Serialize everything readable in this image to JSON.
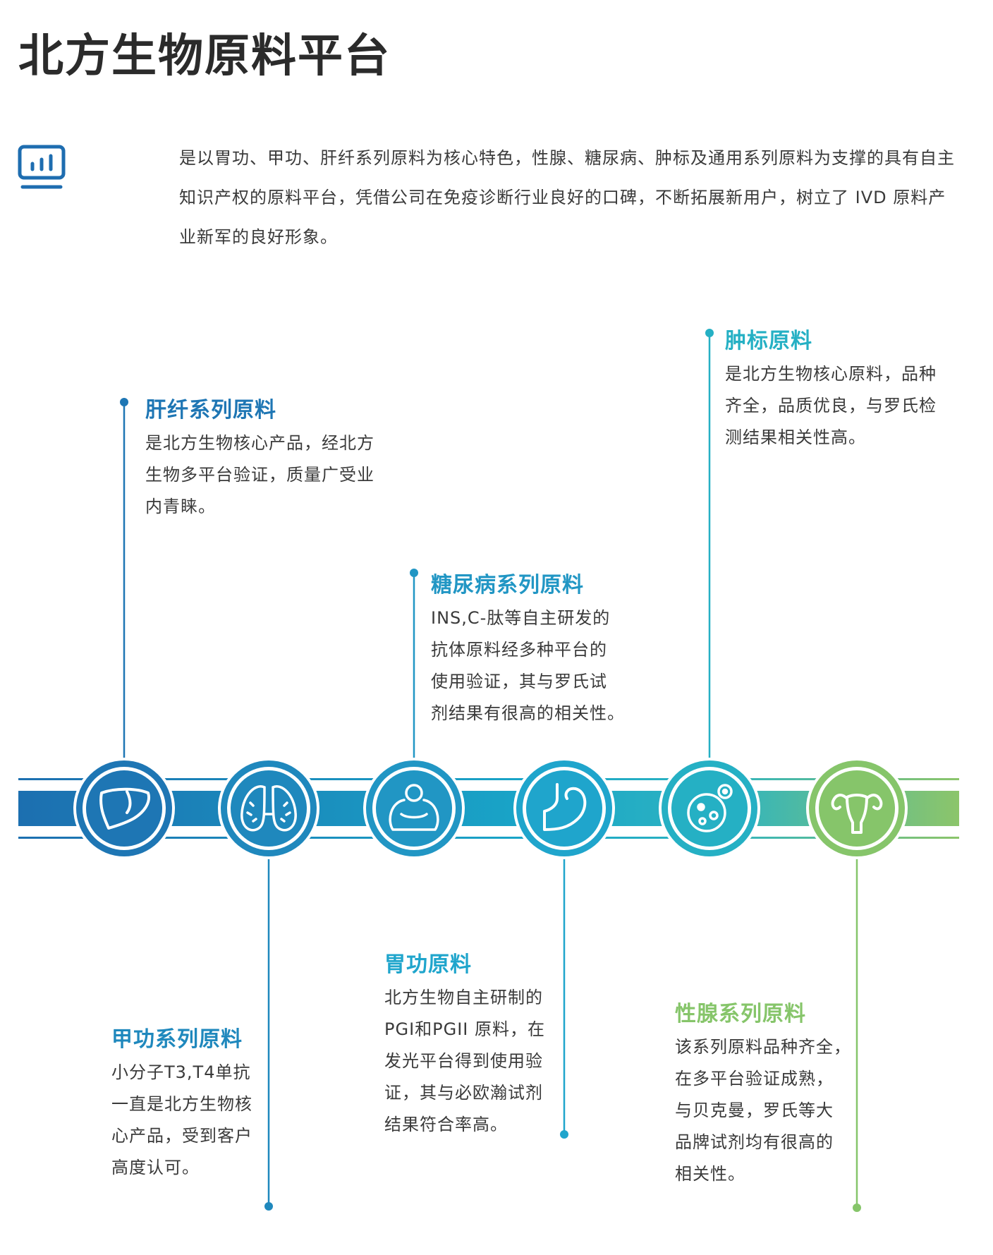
{
  "page": {
    "title": "北方生物原料平台",
    "intro": "是以胃功、甲功、肝纤系列原料为核心特色，性腺、糖尿病、肿标及通用系列原料为支撑的具有自主知识产权的原料平台，凭借公司在免疫诊断行业良好的口碑，不断拓展新用户，树立了 IVD 原料产业新军的良好形象。",
    "intro_icon": "bar-chart-monitor-icon"
  },
  "colors": {
    "text": "#3a3a3a",
    "title": "#2b2b2b",
    "band_start": "#1c6fb0",
    "band_mid": "#19a6c8",
    "band_end": "#8cc56a"
  },
  "items": [
    {
      "id": "liver",
      "icon": "liver-icon",
      "position": "top",
      "color": "#1e76b4",
      "title": "肝纤系列原料",
      "body": [
        "是北方生物核心产品，经北方",
        "生物多平台验证，质量广受业",
        "内青睐。"
      ]
    },
    {
      "id": "thyroid",
      "icon": "thyroid-icon",
      "position": "bottom",
      "color": "#1f88bd",
      "title": "甲功系列原料",
      "body": [
        "小分子T3,T4单抗",
        "一直是北方生物核",
        "心产品，受到客户",
        "高度认可。"
      ]
    },
    {
      "id": "diabetes",
      "icon": "diabetes-person-icon",
      "position": "top",
      "color": "#2196c4",
      "title": "糖尿病系列原料",
      "body": [
        "INS,C-肽等自主研发的",
        "抗体原料经多种平台的",
        "使用验证，其与罗氏试",
        "剂结果有很高的相关性。"
      ]
    },
    {
      "id": "stomach",
      "icon": "stomach-icon",
      "position": "bottom",
      "color": "#1fa5cc",
      "title": "胃功原料",
      "body": [
        "北方生物自主研制的",
        "PGI和PGII 原料，在",
        "发光平台得到使用验",
        "证，其与必欧瀚试剂",
        "结果符合率高。"
      ]
    },
    {
      "id": "tumor",
      "icon": "tumor-cell-icon",
      "position": "top",
      "color": "#25b0c4",
      "title": "肿标原料",
      "body": [
        "是北方生物核心原料，品种",
        "齐全，品质优良，与罗氏检",
        "测结果相关性高。"
      ]
    },
    {
      "id": "gonad",
      "icon": "uterus-icon",
      "position": "bottom",
      "color": "#86c56a",
      "title": "性腺系列原料",
      "body": [
        "该系列原料品种齐全，",
        "在多平台验证成熟，",
        "与贝克曼，罗氏等大",
        "品牌试剂均有很高的",
        "相关性。"
      ]
    }
  ]
}
